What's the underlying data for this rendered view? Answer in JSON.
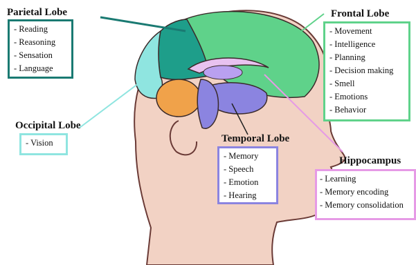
{
  "colors": {
    "parietal": "#1a7a72",
    "frontal": "#5fd28a",
    "occipital": "#8fe5e0",
    "temporal": "#8b84e0",
    "hippocampus": "#e69ae6",
    "skin": "#f2d2c4",
    "outline": "#6a3a36"
  },
  "lobes": {
    "parietal": {
      "title": "Parietal Lobe",
      "items": [
        "Reading",
        "Reasoning",
        "Sensation",
        "Language"
      ]
    },
    "frontal": {
      "title": "Frontal Lobe",
      "items": [
        "Movement",
        "Intelligence",
        "Planning",
        "Decision making",
        "Smell",
        "Emotions",
        "Behavior"
      ]
    },
    "occipital": {
      "title": "Occipital Lobe",
      "items": [
        "Vision"
      ]
    },
    "temporal": {
      "title": "Temporal Lobe",
      "items": [
        "Memory",
        "Speech",
        "Emotion",
        "Hearing"
      ]
    },
    "hippocampus": {
      "title": "Hippocampus",
      "items": [
        "Learning",
        "Memory encoding",
        "Memory consolidation"
      ]
    }
  }
}
